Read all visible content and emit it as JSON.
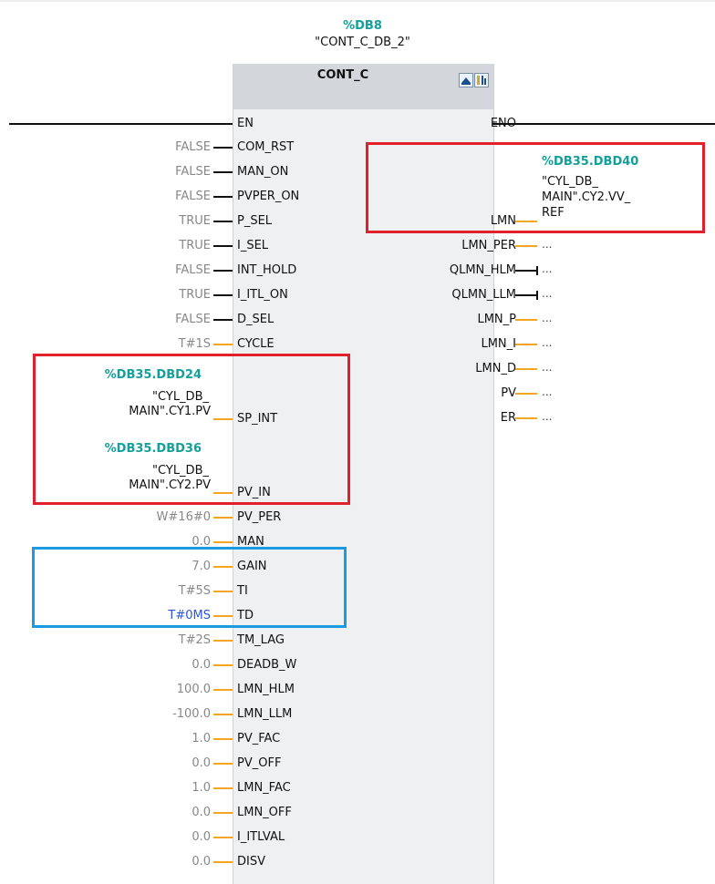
{
  "instance": {
    "db_address": "%DB8",
    "db_name": "\"CONT_C_DB_2\""
  },
  "block": {
    "type": "CONT_C"
  },
  "header_icons": [
    "block-display-icon",
    "instruction-profile-icon"
  ],
  "colors": {
    "block_body": "#eef0f2",
    "block_header": "#d3d7dc",
    "wire_bool": "#111111",
    "wire_value": "#f5a526",
    "address_teal": "#13a09a",
    "default_value_gray": "#888888",
    "edited_value_blue": "#2756d6",
    "highlight_red": "#e0202b",
    "highlight_blue": "#1a9be0"
  },
  "inputs": [
    {
      "pin": "EN",
      "value": ""
    },
    {
      "pin": "COM_RST",
      "value": "FALSE"
    },
    {
      "pin": "MAN_ON",
      "value": "FALSE"
    },
    {
      "pin": "PVPER_ON",
      "value": "FALSE"
    },
    {
      "pin": "P_SEL",
      "value": "TRUE"
    },
    {
      "pin": "I_SEL",
      "value": "TRUE"
    },
    {
      "pin": "INT_HOLD",
      "value": "FALSE"
    },
    {
      "pin": "I_ITL_ON",
      "value": "TRUE"
    },
    {
      "pin": "D_SEL",
      "value": "FALSE"
    },
    {
      "pin": "CYCLE",
      "value": "T#1S"
    },
    {
      "pin": "SP_INT",
      "address": "%DB35.DBD24",
      "symbol_line1": "\"CYL_DB_",
      "symbol_line2": "MAIN\".CY1.PV"
    },
    {
      "pin": "PV_IN",
      "address": "%DB35.DBD36",
      "symbol_line1": "\"CYL_DB_",
      "symbol_line2": "MAIN\".CY2.PV"
    },
    {
      "pin": "PV_PER",
      "value": "W#16#0"
    },
    {
      "pin": "MAN",
      "value": "0.0"
    },
    {
      "pin": "GAIN",
      "value": "7.0"
    },
    {
      "pin": "TI",
      "value": "T#5S"
    },
    {
      "pin": "TD",
      "value": "T#0MS"
    },
    {
      "pin": "TM_LAG",
      "value": "T#2S"
    },
    {
      "pin": "DEADB_W",
      "value": "0.0"
    },
    {
      "pin": "LMN_HLM",
      "value": "100.0"
    },
    {
      "pin": "LMN_LLM",
      "value": "-100.0"
    },
    {
      "pin": "PV_FAC",
      "value": "1.0"
    },
    {
      "pin": "PV_OFF",
      "value": "0.0"
    },
    {
      "pin": "LMN_FAC",
      "value": "1.0"
    },
    {
      "pin": "LMN_OFF",
      "value": "0.0"
    },
    {
      "pin": "I_ITLVAL",
      "value": "0.0"
    },
    {
      "pin": "DISV",
      "value": "0.0"
    }
  ],
  "outputs": [
    {
      "pin": "ENO",
      "value": ""
    },
    {
      "pin": "LMN",
      "address": "%DB35.DBD40",
      "symbol_line1": "\"CYL_DB_",
      "symbol_line2": "MAIN\".CY2.VV_",
      "symbol_line3": "REF"
    },
    {
      "pin": "LMN_PER",
      "value": "..."
    },
    {
      "pin": "QLMN_HLM",
      "value": "..."
    },
    {
      "pin": "QLMN_LLM",
      "value": "..."
    },
    {
      "pin": "LMN_P",
      "value": "..."
    },
    {
      "pin": "LMN_I",
      "value": "..."
    },
    {
      "pin": "LMN_D",
      "value": "..."
    },
    {
      "pin": "PV",
      "value": "..."
    },
    {
      "pin": "ER",
      "value": "..."
    }
  ]
}
